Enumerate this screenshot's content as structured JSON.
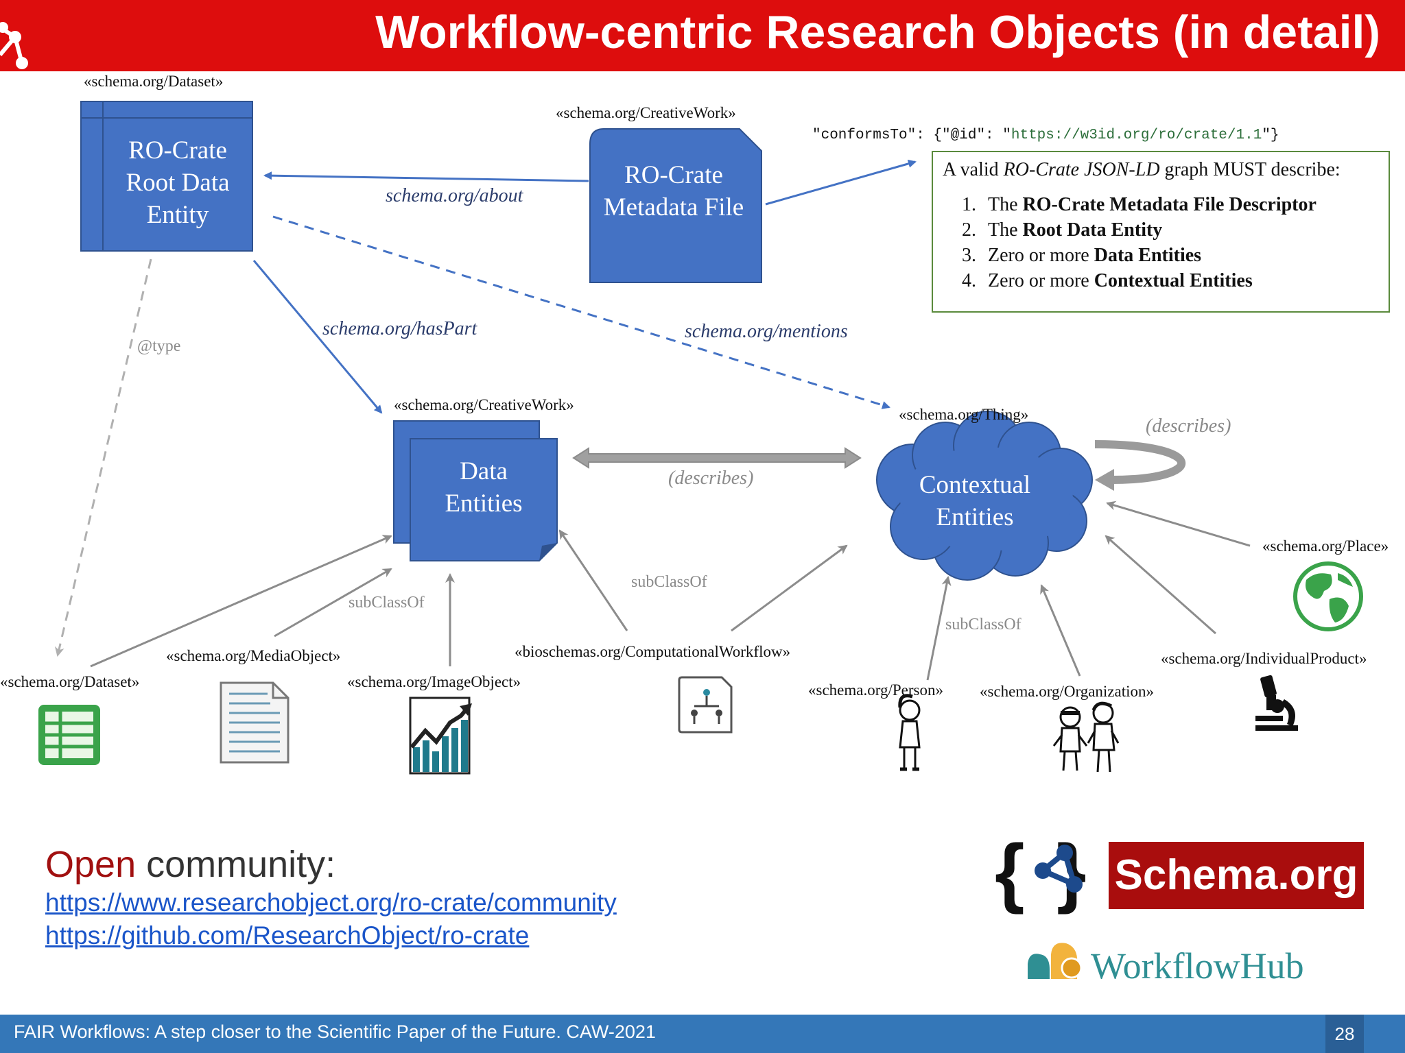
{
  "title": "Workflow-centric Research Objects (in detail)",
  "stereotypes": {
    "root": "«schema.org/Dataset»",
    "metadata": "«schema.org/CreativeWork»",
    "data": "«schema.org/CreativeWork»",
    "thing": "«schema.org/Thing»",
    "dataset_child": "«schema.org/Dataset»",
    "media": "«schema.org/MediaObject»",
    "image": "«schema.org/ImageObject»",
    "workflow": "«bioschemas.org/ComputationalWorkflow»",
    "person": "«schema.org/Person»",
    "organization": "«schema.org/Organization»",
    "place": "«schema.org/Place»",
    "product": "«schema.org/IndividualProduct»"
  },
  "boxes": {
    "root": "RO-Crate Root Data Entity",
    "metadata": "RO-Crate Metadata File",
    "data": "Data Entities",
    "contextual": "Contextual Entities"
  },
  "relations": {
    "about": "schema.org/about",
    "haspart": "schema.org/hasPart",
    "mentions": "schema.org/mentions",
    "type": "@type",
    "describes_1": "(describes)",
    "describes_2": "(describes)",
    "subclass_1": "subClassOf",
    "subclass_2": "subClassOf",
    "subclass_3": "subClassOf"
  },
  "conforms": {
    "prefix": "\"conformsTo\": {\"@id\": \"",
    "url": "https://w3id.org/ro/crate/1.1",
    "suffix": "\"}"
  },
  "valid_box": {
    "intro_pre": "A valid ",
    "intro_em": "RO-Crate JSON-LD",
    "intro_post": " graph MUST describe:",
    "items": [
      {
        "pre": "The ",
        "bold": "RO-Crate Metadata File Descriptor"
      },
      {
        "pre": "The ",
        "bold": "Root Data Entity"
      },
      {
        "pre": "Zero or more ",
        "bold": "Data Entities"
      },
      {
        "pre": "Zero or more ",
        "bold": "Contextual Entities"
      }
    ]
  },
  "community": {
    "open": "Open",
    "rest": " community:",
    "links": [
      "https://www.researchobject.org/ro-crate/community",
      "https://github.com/ResearchObject/ro-crate"
    ]
  },
  "logos": {
    "schema_org": "Schema.org",
    "workflowhub": "WorkflowHub"
  },
  "footer": {
    "text": "FAIR Workflows: A step closer to the Scientific Paper of the Future. CAW-2021",
    "page": "28"
  },
  "colors": {
    "title_red": "#dd0d0d",
    "box_blue": "#4472c4",
    "footer_blue": "#3477b8"
  }
}
